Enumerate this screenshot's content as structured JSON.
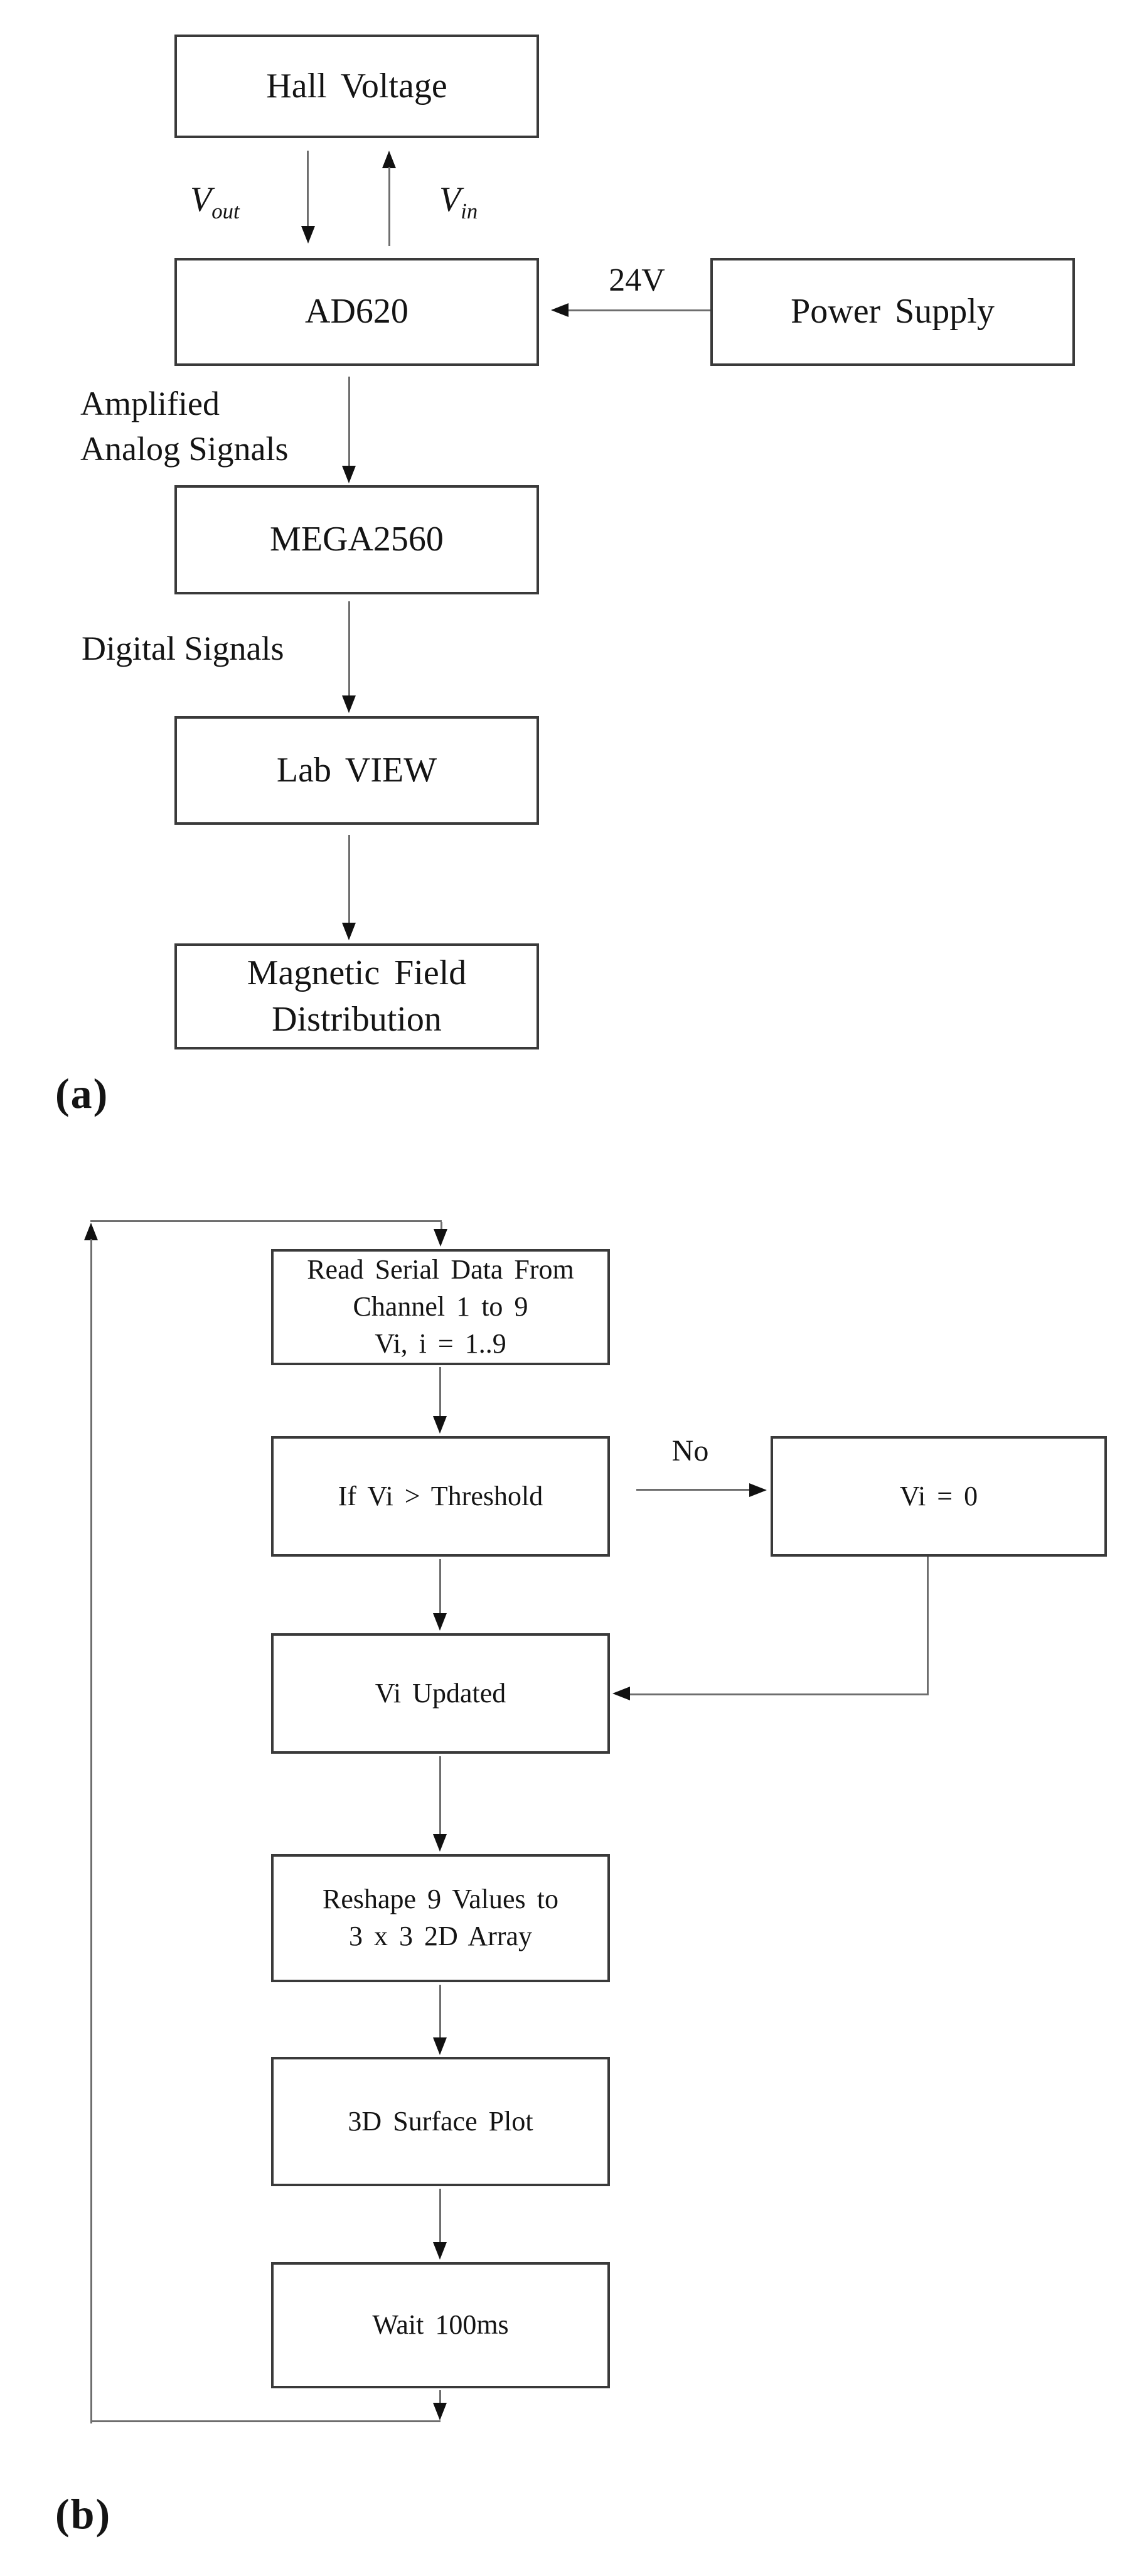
{
  "colors": {
    "ink": "#141414",
    "line": "#6e6e6e",
    "head": "#111111",
    "border": "#3a3a3a",
    "bg": "#ffffff"
  },
  "diagram_a": {
    "caption": "(a)",
    "boxes": {
      "hall": "Hall Voltage",
      "ad620": "AD620",
      "power": "Power Supply",
      "mega": "MEGA2560",
      "labview": "Lab VIEW",
      "magnetic": [
        "Magnetic Field",
        "Distribution"
      ]
    },
    "labels": {
      "vout_symbol": "V",
      "vout_subscript": "out",
      "vin_symbol": "V",
      "vin_subscript": "in",
      "supply_voltage": "24V",
      "amplified": [
        "Amplified",
        "Analog Signals"
      ],
      "digital": "Digital Signals"
    }
  },
  "diagram_b": {
    "caption": "(b)",
    "boxes": {
      "read": [
        "Read Serial Data From",
        "Channel 1 to 9",
        "Vi, i = 1..9"
      ],
      "threshold": "If Vi > Threshold",
      "vi_zero": "Vi = 0",
      "vi_updated": "Vi Updated",
      "reshape": [
        "Reshape 9 Values to",
        "3 x 3 2D Array"
      ],
      "surface": "3D Surface Plot",
      "wait": "Wait 100ms"
    },
    "labels": {
      "no_branch": "No"
    }
  }
}
